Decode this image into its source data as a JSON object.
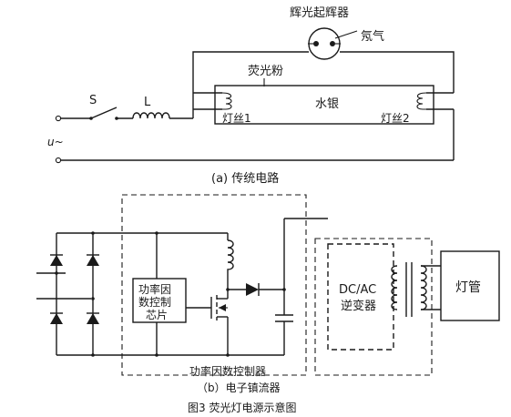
{
  "traditional_circuit": {
    "starter_label": "辉光起辉器",
    "neon_label": "氖气",
    "phosphor_label": "荧光粉",
    "mercury_label": "水银",
    "filament1_label": "灯丝1",
    "filament2_label": "灯丝2",
    "switch_label": "S",
    "inductor_label": "L",
    "voltage_label": "u~",
    "caption": "(a) 传统电路"
  },
  "electronic_ballast": {
    "pfc_chip_label_line1": "功率因",
    "pfc_chip_label_line2": "数控制",
    "pfc_chip_label_line3": "芯片",
    "inverter_label_line1": "DC/AC",
    "inverter_label_line2": "逆变器",
    "lamp_label": "灯管",
    "pfc_region_label": "功率因数控制器",
    "caption": "（b）电子镇流器"
  },
  "figure_caption": "图3  荧光灯电源示意图"
}
